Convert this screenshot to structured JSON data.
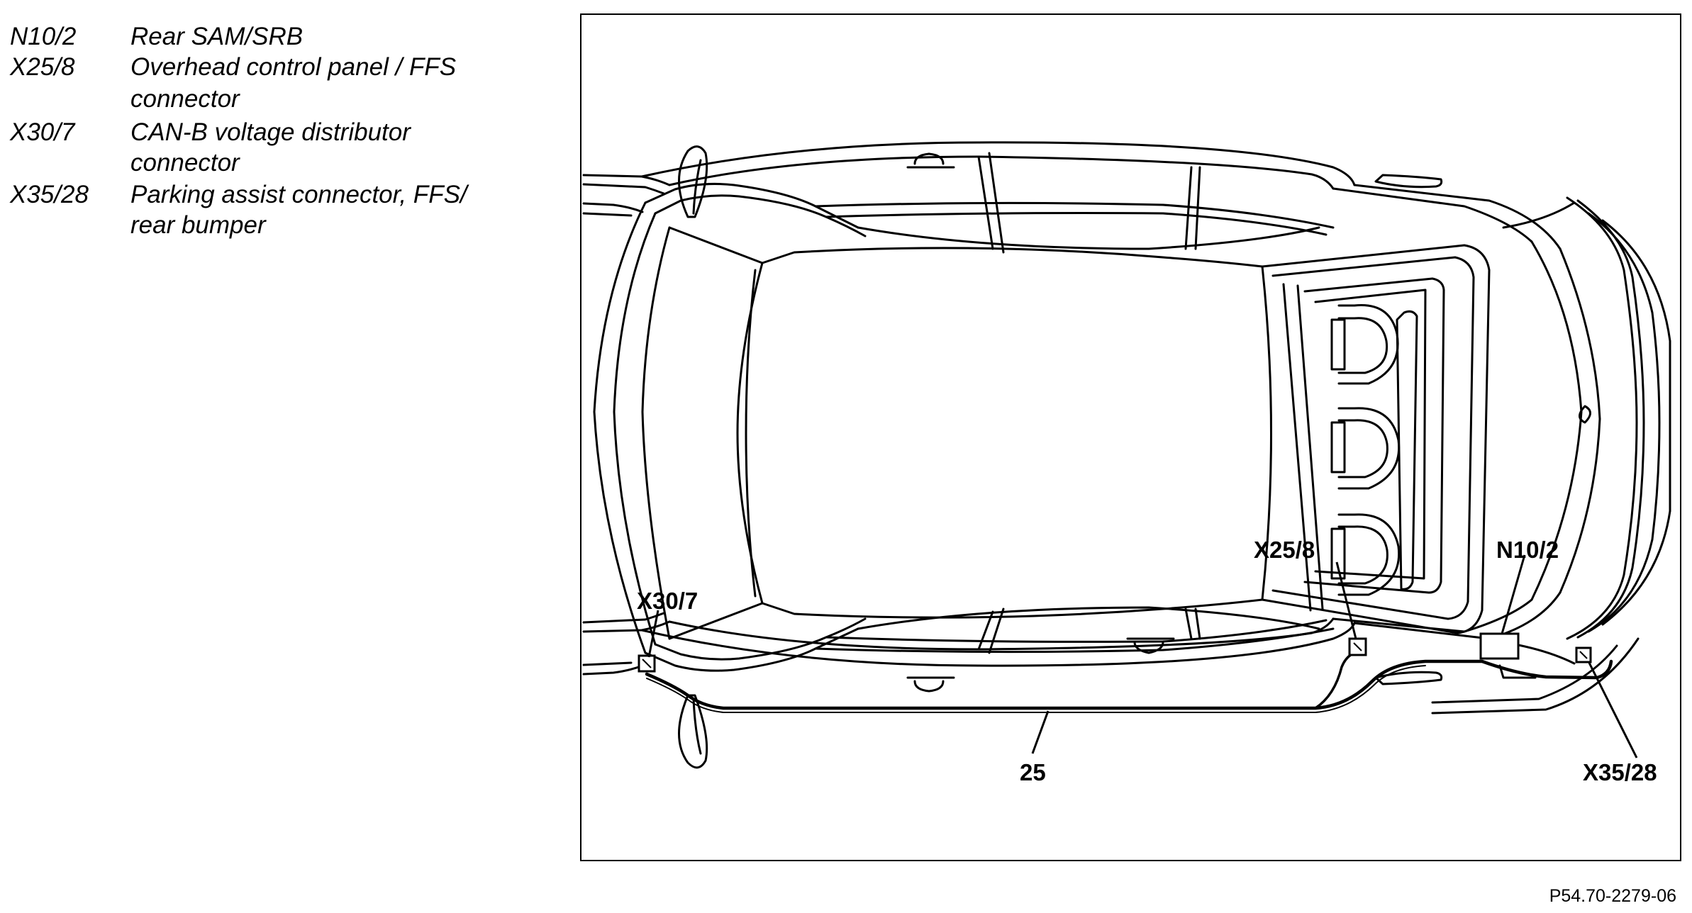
{
  "legend": [
    {
      "code": "N10/2",
      "lines": [
        "Rear SAM/SRB"
      ]
    },
    {
      "code": "X25/8",
      "lines": [
        "Overhead control panel / FFS",
        "connector"
      ]
    },
    {
      "code": "X30/7",
      "lines": [
        "CAN-B voltage distributor",
        "connector"
      ]
    },
    {
      "code": "X35/28",
      "lines": [
        "Parking assist connector, FFS/",
        "rear bumper"
      ]
    }
  ],
  "callouts": {
    "x30_7": "X30/7",
    "x25_8": "X25/8",
    "n10_2": "N10/2",
    "x35_28": "X35/28",
    "harness": "25"
  },
  "figure_id": "P54.70-2279-06"
}
